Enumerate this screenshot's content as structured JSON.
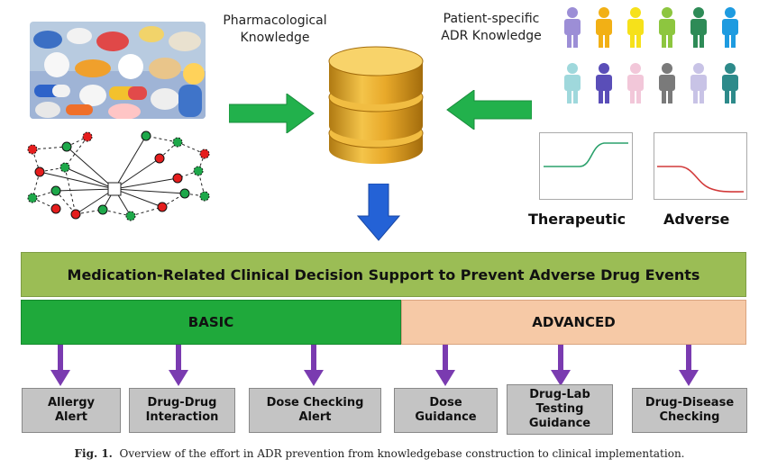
{
  "labels": {
    "pharmacological_knowledge": "Pharmacological\nKnowledge",
    "adr_knowledge": "Patient-specific\nADR Knowledge",
    "therapeutic": "Therapeutic",
    "adverse": "Adverse"
  },
  "main_bar": {
    "title": "Medication-Related Clinical Decision Support to Prevent Adverse Drug Events"
  },
  "tiers": {
    "basic": "BASIC",
    "advanced": "ADVANCED"
  },
  "boxes": [
    {
      "label": "Allergy\nAlert"
    },
    {
      "label": "Drug-Drug\nInteraction"
    },
    {
      "label": "Dose Checking\nAlert"
    },
    {
      "label": "Dose\nGuidance"
    },
    {
      "label": "Drug-Lab\nTesting\nGuidance"
    },
    {
      "label": "Drug-Disease\nChecking"
    }
  ],
  "caption": {
    "prefix": "Fig. 1.",
    "text": "Overview of the effort in ADR prevention from knowledgebase construction to clinical implementation."
  },
  "colors": {
    "people_row1": [
      "#9c8ed6",
      "#f2b015",
      "#f6e11a",
      "#8dc63f",
      "#2e8b57",
      "#1e9be0"
    ],
    "people_row2": [
      "#9fd8dc",
      "#5a4eb8",
      "#f2c7d9",
      "#7a7a7a",
      "#c8c3e6",
      "#2d8a8a"
    ],
    "therapeutic_curve": "#2aa06b",
    "adverse_curve": "#d23a3a",
    "arrow_green": "#22b14c",
    "arrow_blue": "#2462d6",
    "arrow_purple": "#7a3bb0"
  },
  "icons": [
    "pill-photo",
    "network-graph-icon",
    "database-icon",
    "person-icon"
  ]
}
